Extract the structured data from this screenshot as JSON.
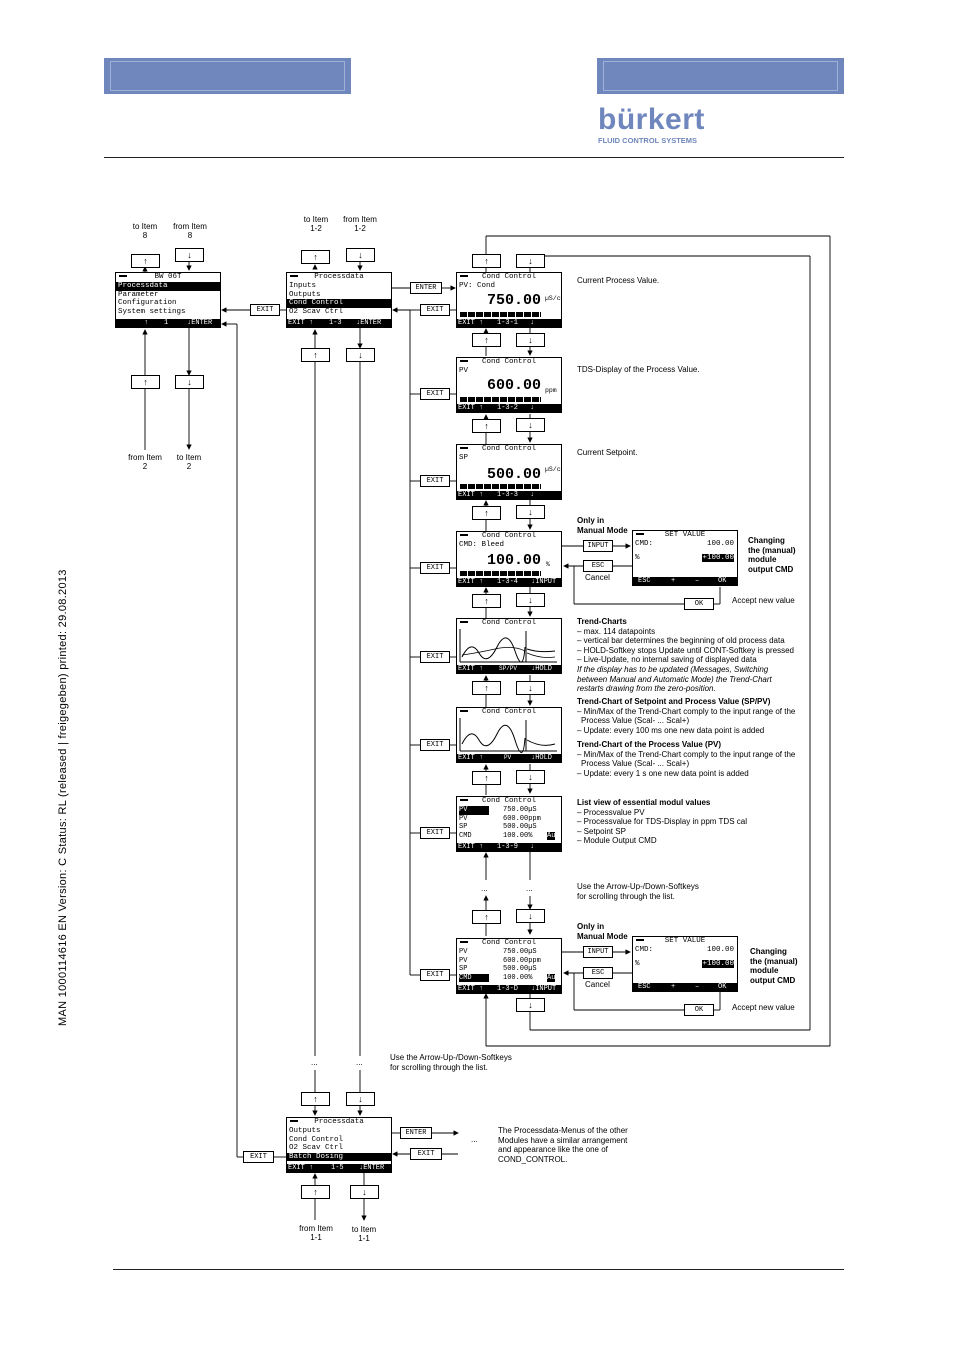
{
  "header": {
    "brand": "bürkert",
    "tagline": "FLUID CONTROL SYSTEMS"
  },
  "side_text": "MAN  1000114616  EN  Version: C  Status: RL (released | freigegeben)  printed: 29.08.2013",
  "nav": {
    "to_item_8": [
      "to Item",
      "8"
    ],
    "from_item_8": [
      "from Item",
      "8"
    ],
    "to_item_12": [
      "to Item",
      "1-2"
    ],
    "from_item_12": [
      "from Item",
      "1-2"
    ],
    "from_item_2": [
      "from Item",
      "2"
    ],
    "to_item_2": [
      "to Item",
      "2"
    ],
    "from_item_11": [
      "from Item",
      "1-1"
    ],
    "to_item_11": [
      "to Item",
      "1-1"
    ],
    "dots": "..."
  },
  "keys": {
    "exit": "EXIT",
    "enter": "ENTER",
    "input": "INPUT",
    "esc": "ESC",
    "ok": "OK",
    "cancel": "Cancel",
    "up": "↑",
    "down": "↓"
  },
  "screens": {
    "main": {
      "title": "BW 06T",
      "rows": [
        "Processdata",
        "Parameter",
        "Configuration",
        "System settings"
      ],
      "footer": [
        "↑",
        "1",
        "↓ENTER"
      ]
    },
    "pd1": {
      "title": "Processdata",
      "rows": [
        "Inputs",
        "Outputs",
        "Cond Control",
        "O2 Scav Ctrl"
      ],
      "footer": [
        "EXIT ↑",
        "1-3",
        "↓ENTER"
      ]
    },
    "pd2": {
      "title": "Processdata",
      "rows": [
        "Outputs",
        "Cond Control",
        "O2 Scav Ctrl",
        "Batch Dosing"
      ],
      "footer": [
        "EXIT ↑",
        "1-5",
        "↓ENTER"
      ]
    },
    "s131": {
      "title": "Cond Control",
      "label": "PV: Cond",
      "value": "750.00",
      "unit": "µS/cm",
      "footer": [
        "EXIT ↑",
        "1-3-1",
        "↓"
      ]
    },
    "s132": {
      "title": "Cond Control",
      "label": "PV",
      "value": "600.00",
      "unit": "ppm",
      "footer": [
        "EXIT ↑",
        "1-3-2",
        "↓"
      ]
    },
    "s133": {
      "title": "Cond Control",
      "label": "SP",
      "value": "500.00",
      "unit": "µS/cm",
      "footer": [
        "EXIT ↑",
        "1-3-3",
        "↓"
      ]
    },
    "s134": {
      "title": "Cond Control",
      "label": "CMD: Bleed",
      "value": "100.00",
      "unit": "%",
      "footer": [
        "EXIT ↑",
        "1-3-4",
        "↓INPUT"
      ]
    },
    "trend1": {
      "title": "Cond Control",
      "footer": [
        "EXIT ↑",
        "SP/PV",
        "↓HOLD"
      ]
    },
    "trend2": {
      "title": "Cond Control",
      "footer": [
        "EXIT ↑",
        "PV",
        "↓HOLD"
      ]
    },
    "list9": {
      "title": "Cond Control",
      "rows": [
        [
          "PV",
          "750.00µS"
        ],
        [
          "PV",
          "600.00ppm"
        ],
        [
          "SP",
          "500.00µS"
        ],
        [
          "CMD",
          "100.00%"
        ]
      ],
      "badge": "Au",
      "footer": [
        "EXIT ↑",
        "1-3-9",
        "↓"
      ]
    },
    "listD": {
      "title": "Cond Control",
      "rows": [
        [
          "PV",
          "750.00µS"
        ],
        [
          "PV",
          "600.00ppm"
        ],
        [
          "SP",
          "500.00µS"
        ],
        [
          "CMD",
          "100.00%"
        ]
      ],
      "badge": "Au",
      "footer": [
        "EXIT ↑",
        "1-3-D",
        "↓INPUT"
      ]
    },
    "setval": {
      "title": "SET VALUE",
      "cmd_label": "CMD:",
      "cmd_value": "100.00",
      "pct": "%",
      "input_value": "+100.00",
      "footer": [
        "ESC",
        "+",
        "–",
        "OK"
      ]
    }
  },
  "notes": {
    "current_pv": "Current Process Value.",
    "tds": "TDS-Display of the Process Value.",
    "setpoint": "Current Setpoint.",
    "manual1": [
      "Only in",
      "Manual Mode"
    ],
    "changing1": [
      "Changing",
      "the (manual)",
      "module",
      "output CMD"
    ],
    "accept": "Accept new value",
    "trend_title": "Trend-Charts",
    "trend_items": [
      "– max. 114 datapoints",
      "– vertical bar determines the beginning of old process data",
      "– HOLD-Softkey stops Update until CONT-Softkey is pressed",
      "– Live-Update, no internal saving of displayed data"
    ],
    "trend_italic": [
      "If the display has to be updated (Messages, Switching",
      "between Manual and Automatic Mode) the Trend-Chart",
      "restarts drawing from the zero-position."
    ],
    "spv_title": "Trend-Chart of Setpoint and Process Value (SP/PV)",
    "spv_items": [
      "– Min/Max of the Trend-Chart comply to the input range of the",
      "Process Value (Scal- ... Scal+)",
      "– Update: every 100 ms one new data point is added"
    ],
    "pv_title": "Trend-Chart of the Process Value (PV)",
    "pv_items": [
      "– Min/Max of the Trend-Chart comply to the input range of the",
      "Process Value (Scal- ... Scal+)",
      "– Update: every 1 s one new data point is added"
    ],
    "list_title": "List view of essential modul values",
    "list_items": [
      "– Processvalue PV",
      "– Processvalue for TDS-Display in ppm TDS cal",
      "– Setpoint SP",
      "– Module Output CMD"
    ],
    "scroll1": [
      "Use the Arrow-Up-/Down-Softkeys",
      "for scrolling through the list."
    ],
    "scroll2": [
      "Use the Arrow-Up-/Down-Softkeys",
      "for scrolling through the list."
    ],
    "other": [
      "The Processdata-Menus of the other",
      "Modules have a similar arrangement",
      "and appearance like the one of",
      "COND_CONTROL."
    ]
  }
}
